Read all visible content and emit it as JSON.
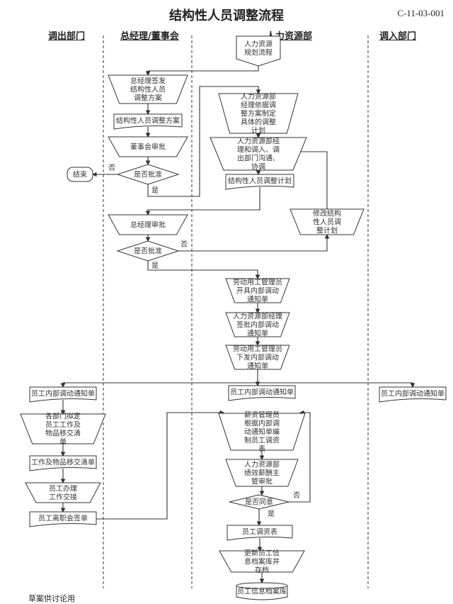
{
  "header": {
    "title": "结构性人员调整流程",
    "code": "C-11-03-001"
  },
  "lanes": [
    "调出部门",
    "总经理/董事会",
    "人力资源部",
    "调入部门"
  ],
  "footer": "草案供讨论用",
  "nodes": {
    "hr_planning": [
      "人力资源",
      "规划流程"
    ],
    "gm_issue": [
      "总经理签发",
      "结构性人员",
      "调整方案"
    ],
    "plan_doc": [
      "结构性人员调整方案"
    ],
    "board_approve": [
      "董事会审批"
    ],
    "approve1": [
      "是否批准"
    ],
    "end": [
      "结束"
    ],
    "hr_mgr_plan": [
      "人力资源部",
      "经理依据调",
      "整方案制定",
      "具体的调整",
      "计划"
    ],
    "hr_coord": [
      "人力资源部经",
      "理和调入、调",
      "出部门沟通、",
      "协调"
    ],
    "plan_doc2": [
      "结构性人员调整计划"
    ],
    "modify_plan": [
      "修改结构",
      "性人员调",
      "整计划"
    ],
    "gm_approve": [
      "总经理审批"
    ],
    "approve2": [
      "是否批准"
    ],
    "labor_issue": [
      "劳动用工管理员",
      "开具内部调动",
      "通知单"
    ],
    "hr_sign": [
      "人力资源部经理",
      "签批内部调动",
      "通知单"
    ],
    "labor_send": [
      "劳动用工管理员",
      "下发内部调动",
      "通知单"
    ],
    "notice_out": [
      "员工内部调动通知单"
    ],
    "notice_hr": [
      "员工内部调动通知单"
    ],
    "notice_in": [
      "员工内部调动通知单"
    ],
    "dept_list": [
      "各部门拟定",
      "员工工作及",
      "物品移交清",
      "单"
    ],
    "handover_list": [
      "工作及物品移交清单"
    ],
    "handover": [
      "员工办理",
      "工作交接"
    ],
    "leave_sign": [
      "员工离职会签单"
    ],
    "salary_make": [
      "薪资管理员",
      "根据内部调",
      "动通知单编",
      "制员工调资",
      "表"
    ],
    "perf_approve": [
      "人力资源部",
      "绩效薪酬主",
      "管审批"
    ],
    "agree": [
      "是否同意"
    ],
    "salary_table": [
      "员工调资表"
    ],
    "update_archive": [
      "更新员工信",
      "息档案库并",
      "存档"
    ],
    "archive_db": [
      "员工信息档案库"
    ]
  },
  "labels": {
    "yes": "是",
    "no": "否"
  }
}
